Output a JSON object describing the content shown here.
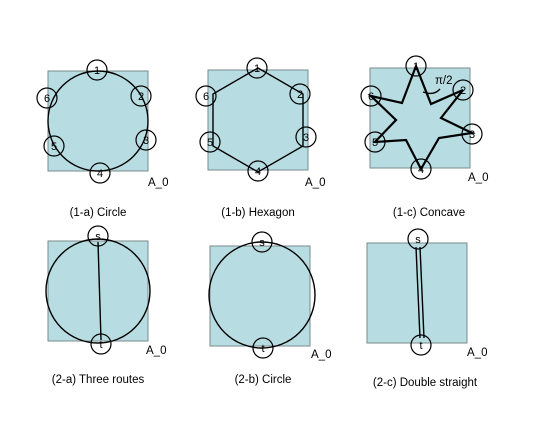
{
  "area_label": "A_0",
  "angle_label": "π/2",
  "numbered_nodes": [
    "1",
    "2",
    "3",
    "4",
    "5",
    "6"
  ],
  "s_label": "s",
  "t_label": "t",
  "captions": [
    "(1-a) Circle",
    "(1-b) Hexagon",
    "(1-c) Concave",
    "(2-a) Three routes",
    "(2-b) Circle",
    "(2-c) Double straight"
  ]
}
